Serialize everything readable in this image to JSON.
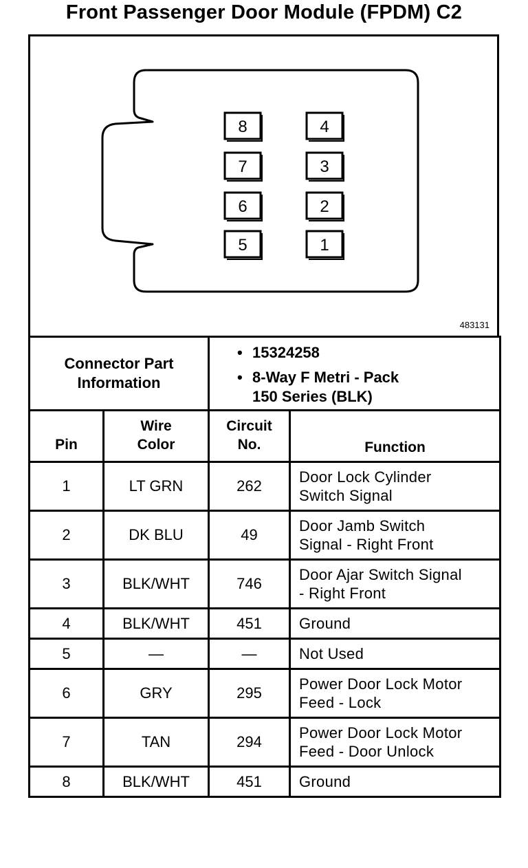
{
  "title": "Front Passenger Door Module (FPDM) C2",
  "diagram": {
    "ref_number": "483131",
    "pins_left": [
      "8",
      "7",
      "6",
      "5"
    ],
    "pins_right": [
      "4",
      "3",
      "2",
      "1"
    ]
  },
  "connector_info": {
    "label_line1": "Connector Part",
    "label_line2": "Information",
    "part_number": "15324258",
    "desc_line1": "8-Way F Metri - Pack",
    "desc_line2": "150 Series (BLK)"
  },
  "headers": {
    "pin": "Pin",
    "wire_line1": "Wire",
    "wire_line2": "Color",
    "circuit_line1": "Circuit",
    "circuit_line2": "No.",
    "function": "Function"
  },
  "rows": [
    {
      "pin": "1",
      "color": "LT GRN",
      "circuit": "262",
      "func1": "Door Lock Cylinder",
      "func2": "Switch Signal"
    },
    {
      "pin": "2",
      "color": "DK BLU",
      "circuit": "49",
      "func1": "Door Jamb Switch",
      "func2": "Signal - Right Front"
    },
    {
      "pin": "3",
      "color": "BLK/WHT",
      "circuit": "746",
      "func1": "Door Ajar Switch Signal",
      "func2": "- Right Front"
    },
    {
      "pin": "4",
      "color": "BLK/WHT",
      "circuit": "451",
      "func1": "Ground",
      "func2": ""
    },
    {
      "pin": "5",
      "color": "—",
      "circuit": "—",
      "func1": "Not Used",
      "func2": ""
    },
    {
      "pin": "6",
      "color": "GRY",
      "circuit": "295",
      "func1": "Power Door Lock Motor",
      "func2": "Feed - Lock"
    },
    {
      "pin": "7",
      "color": "TAN",
      "circuit": "294",
      "func1": "Power Door Lock Motor",
      "func2": "Feed - Door Unlock"
    },
    {
      "pin": "8",
      "color": "BLK/WHT",
      "circuit": "451",
      "func1": "Ground",
      "func2": ""
    }
  ]
}
